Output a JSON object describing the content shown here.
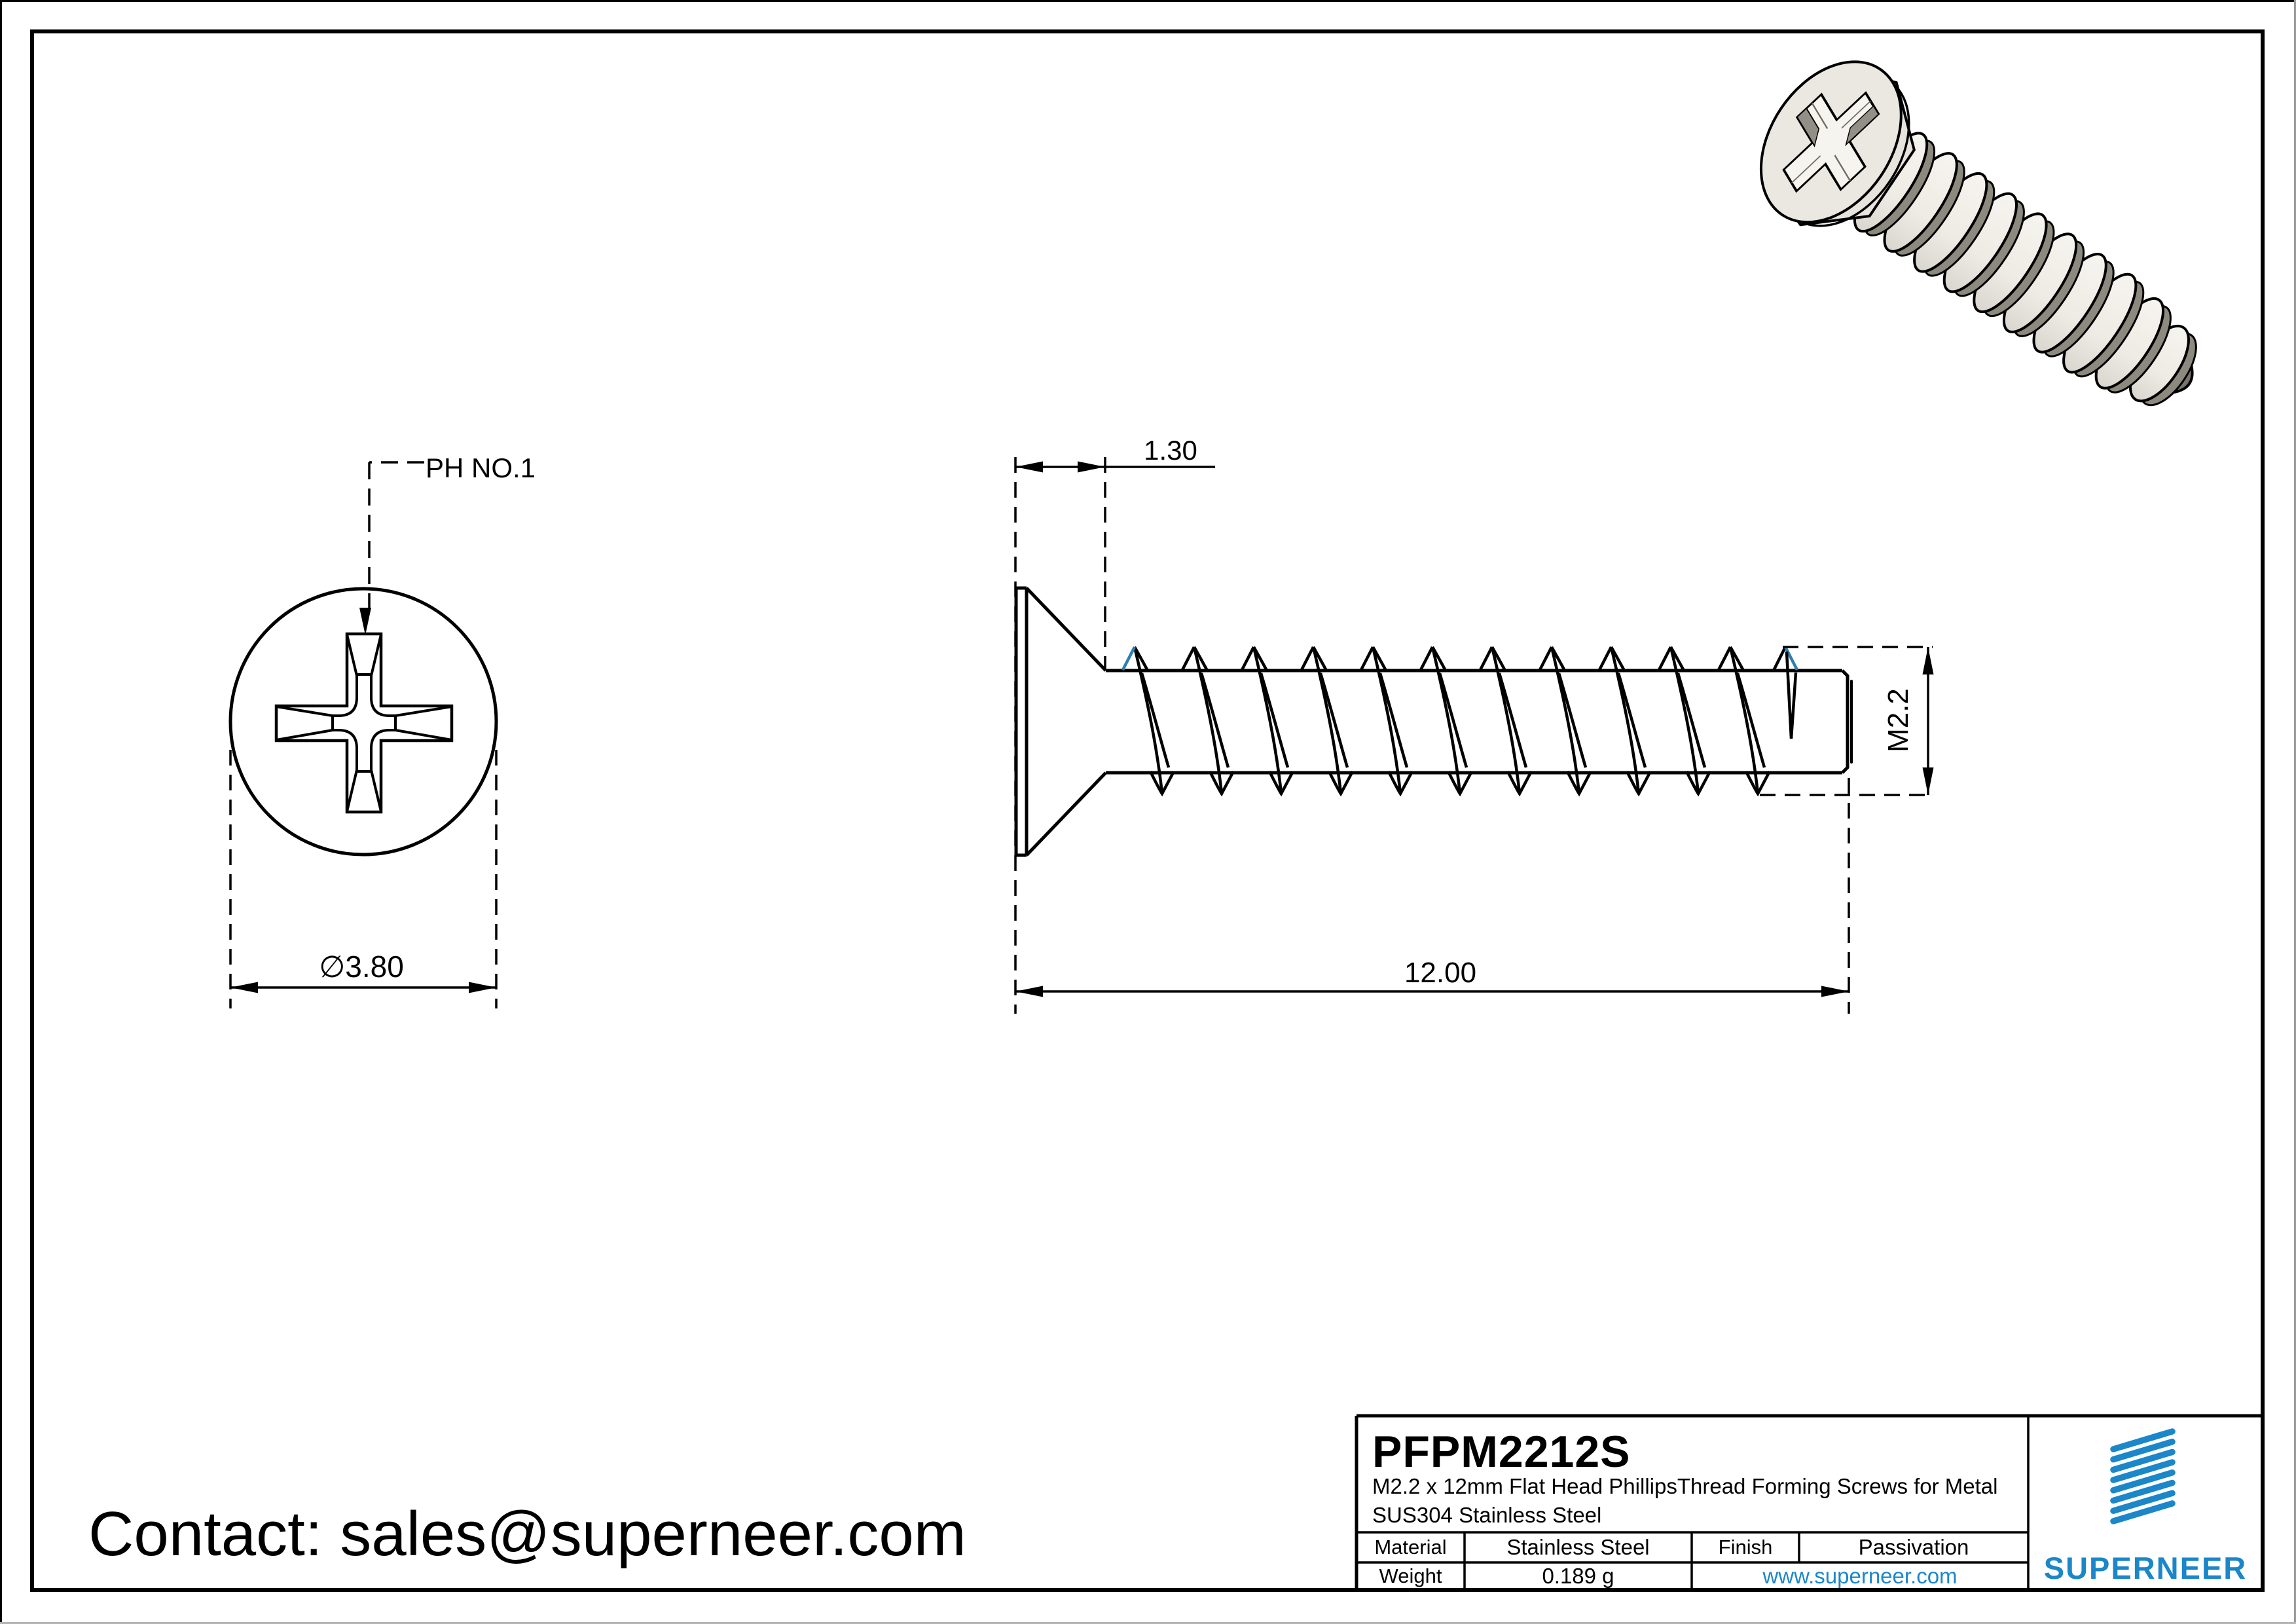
{
  "page": {
    "background": "#ffffff",
    "line_color": "#000000",
    "accent_blue": "#2e7fae",
    "brand_blue": "#1b87c9"
  },
  "views": {
    "front": {
      "recess_label": "PH NO.1",
      "diameter_label": "∅3.80"
    },
    "side": {
      "head_height_label": "1.30",
      "length_label": "12.00",
      "thread_label": "M2.2"
    }
  },
  "contact": {
    "text": "Contact: sales@superneer.com"
  },
  "title_block": {
    "part_number": "PFPM2212S",
    "description_line1": "M2.2 x 12mm Flat Head PhillipsThread Forming Screws for Metal",
    "description_line2": "SUS304 Stainless Steel",
    "material_label": "Material",
    "material_value": "Stainless Steel",
    "finish_label": "Finish",
    "finish_value": "Passivation",
    "weight_label": "Weight",
    "weight_value": "0.189 g",
    "website": "www.superneer.com",
    "brand": "SUPERNEER"
  }
}
